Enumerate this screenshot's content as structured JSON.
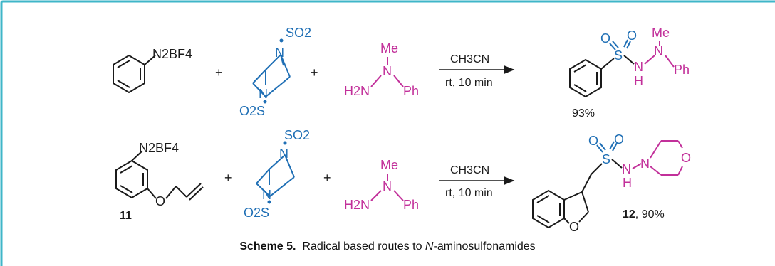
{
  "colors": {
    "frame": "#3fb6c8",
    "sulfur_reagent": "#1f6fb5",
    "hydrazine": "#c2309a",
    "black": "#1a1a1a"
  },
  "row1": {
    "diazonium": "N2BF4",
    "dabso_top": "SO2",
    "dabso_bottom": "O2S",
    "dabso_n": "N",
    "plus": "+",
    "hydrazine_me": "Me",
    "hydrazine_n": "N",
    "hydrazine_h2n": "H2N",
    "hydrazine_ph": "Ph",
    "conditions_top": "CH3CN",
    "conditions_bottom": "rt, 10 min",
    "product_o": "O",
    "product_s": "S",
    "product_n": "N",
    "product_h": "H",
    "product_me": "Me",
    "product_ph": "Ph",
    "yield": "93%"
  },
  "row2": {
    "diazonium": "N2BF4",
    "ether_o": "O",
    "label_11": "11",
    "dabso_top": "SO2",
    "dabso_bottom": "O2S",
    "dabso_n": "N",
    "plus": "+",
    "hydrazine_me": "Me",
    "hydrazine_n": "N",
    "hydrazine_h2n": "H2N",
    "hydrazine_ph": "Ph",
    "conditions_top": "CH3CN",
    "conditions_bottom": "rt, 10 min",
    "product_o": "O",
    "product_s": "S",
    "product_n": "N",
    "product_h": "H",
    "morpholine_o": "O",
    "furan_o": "O",
    "label_12": "12",
    "yield_12": ", 90%"
  },
  "caption": {
    "label": "Scheme 5.",
    "text_before": "  Radical based routes to ",
    "italic": "N",
    "text_after": "-aminosulfonamides"
  }
}
